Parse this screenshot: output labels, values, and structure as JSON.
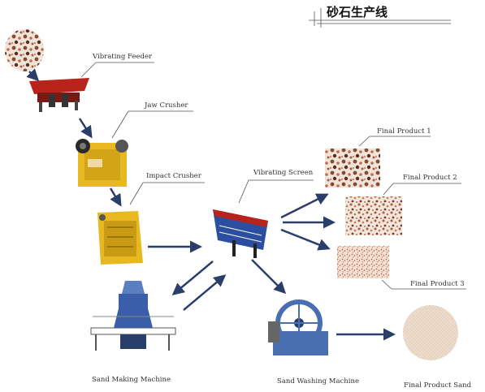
{
  "title": "砂石生产线",
  "labels": {
    "vibrating_feeder": "Vibrating Feeder",
    "jaw_crusher": "Jaw Crusher",
    "impact_crusher": "Impact Crusher",
    "vibrating_screen": "Vibrating Screen",
    "final_product_1": "Final Product 1",
    "final_product_2": "Final Product 2",
    "final_product_3": "Final Product 3",
    "sand_making_machine": "Sand Making Machine",
    "sand_washing_machine": "Sand Washing Machine",
    "final_product_sand": "Final Product Sand"
  },
  "colors": {
    "feeder_red": "#b8231c",
    "crusher_yellow": "#e8b820",
    "screen_blue": "#2c4ea0",
    "sand_maker_blue": "#3a5ea8",
    "washer_blue": "#4a6fb0",
    "arrow_dark": "#2a3e6a",
    "rock_brown": "#8a4a30",
    "sand_pale": "#e8d6c4"
  },
  "icons": {
    "raw_rock": "raw-rock-pile-icon",
    "feeder": "vibrating-feeder-icon",
    "jaw": "jaw-crusher-icon",
    "impact": "impact-crusher-icon",
    "screen": "vibrating-screen-icon",
    "sand_maker": "sand-making-machine-icon",
    "washer": "sand-washing-machine-icon"
  }
}
